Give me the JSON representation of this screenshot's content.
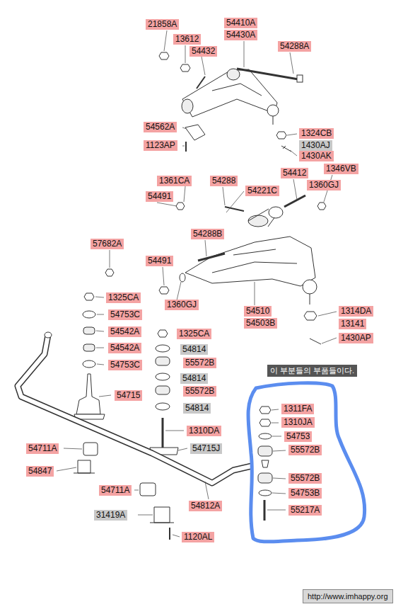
{
  "diagram": {
    "nodes": [
      {
        "text": [
          "이 부분들의 부품들이다."
        ]
      }
    ],
    "labels": [
      "21858A",
      "13612",
      "54410A",
      "54430A",
      "54432",
      "54288A",
      "54562A",
      "1123AP",
      "1324CB",
      "1430AJ",
      "1430AK",
      "1361CA",
      "54288",
      "54412",
      "1346VB",
      "54491",
      "54221C",
      "1360GJ",
      "57682A",
      "54288B",
      "54491",
      "1325CA",
      "1360GJ",
      "54510",
      "54503B",
      "1314DA",
      "13141",
      "1430AP",
      "54753C",
      "54542A",
      "1325CA",
      "54542A",
      "54814",
      "54753C",
      "55572B",
      "54814",
      "54715",
      "55572B",
      "54814",
      "1310DA",
      "54715J",
      "54711A",
      "54847",
      "54711A",
      "54812A",
      "31419A",
      "1120AL",
      "1311FA",
      "1310JA",
      "54753",
      "55572B",
      "55572B",
      "54753B",
      "55217A",
      "http://www.imhappy.org"
    ]
  }
}
